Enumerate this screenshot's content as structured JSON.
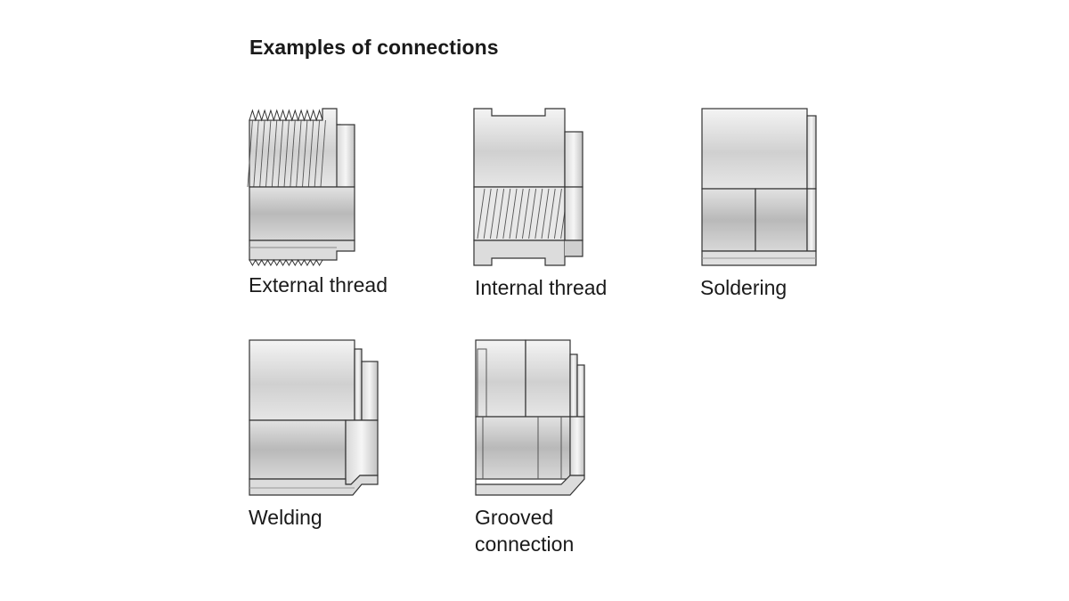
{
  "title": "Examples of connections",
  "items": [
    {
      "id": "external",
      "label": "External thread"
    },
    {
      "id": "internal",
      "label": "Internal thread"
    },
    {
      "id": "soldering",
      "label": "Soldering"
    },
    {
      "id": "welding",
      "label": "Welding"
    },
    {
      "id": "grooved",
      "label": "Grooved connection"
    }
  ],
  "colors": {
    "outline": "#333333",
    "fill_light": "#e4e4e4",
    "fill_mid": "#c8c8c8",
    "fill_dark": "#a9a9a9"
  }
}
